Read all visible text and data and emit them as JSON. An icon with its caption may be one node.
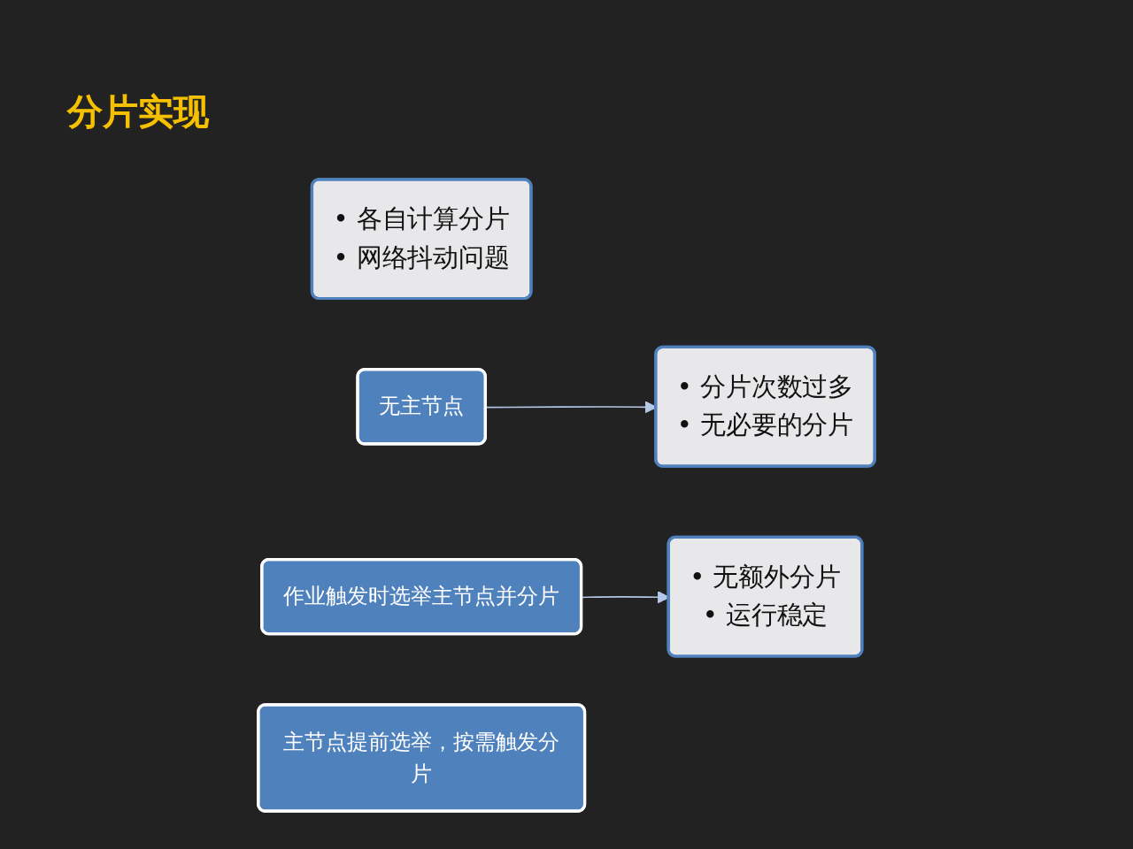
{
  "diagram": {
    "title": "分片实现",
    "nodes": [
      {
        "text": [
          "• 各自计算分片",
          "• 网络抖动问题"
        ]
      },
      {
        "text": [
          "无主节点"
        ]
      },
      {
        "text": [
          "• 分片次数过多",
          "• 无必要的分片"
        ]
      },
      {
        "text": [
          "作业触发时选举主节点并分片"
        ]
      },
      {
        "text": [
          "• 无额外分片",
          "• 运行稳定"
        ]
      },
      {
        "text": [
          "主节点提前选举，按需触发分片"
        ]
      }
    ],
    "edges": [
      {
        "from": 1,
        "to": 2,
        "arrow": "to"
      },
      {
        "from": 3,
        "to": 4,
        "arrow": "to"
      }
    ]
  }
}
